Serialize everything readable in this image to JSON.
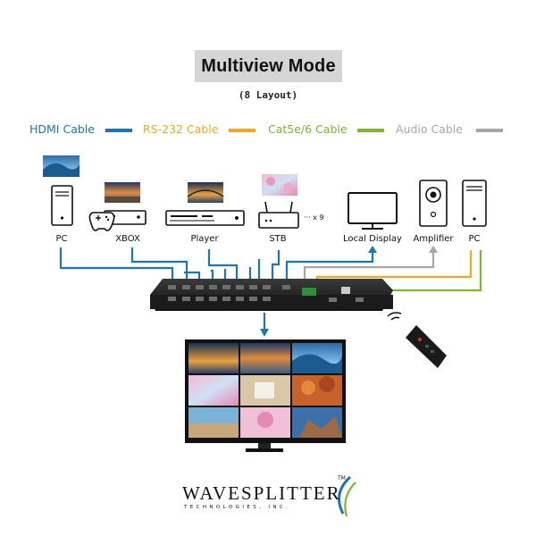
{
  "header": {
    "title": "Multiview Mode",
    "subtitle": "(8 Layout)"
  },
  "legend": [
    {
      "label": "HDMI Cable",
      "color": "#1a75bb"
    },
    {
      "label": "RS-232 Cable",
      "color": "#f2a91f"
    },
    {
      "label": "Cat5e/6 Cable",
      "color": "#7ab82d"
    },
    {
      "label": "Audio Cable",
      "color": "#a6a6a6"
    }
  ],
  "sources": [
    {
      "label": "PC",
      "icon": "pc-tower-icon"
    },
    {
      "label": "XBOX",
      "icon": "game-console-icon"
    },
    {
      "label": "Player",
      "icon": "media-player-icon"
    },
    {
      "label": "STB",
      "icon": "set-top-box-icon"
    }
  ],
  "stb_count": "··· x 9",
  "outputs": [
    {
      "label": "Local Display",
      "icon": "monitor-icon"
    },
    {
      "label": "Amplifier",
      "icon": "speaker-icon"
    },
    {
      "label": "PC",
      "icon": "pc-tower-icon"
    }
  ],
  "remote": {
    "icon": "remote-control-icon"
  },
  "logo": {
    "main": "WAVESPLITTER",
    "sub": "TECHNOLOGIES, INC.",
    "tm": "TM"
  }
}
